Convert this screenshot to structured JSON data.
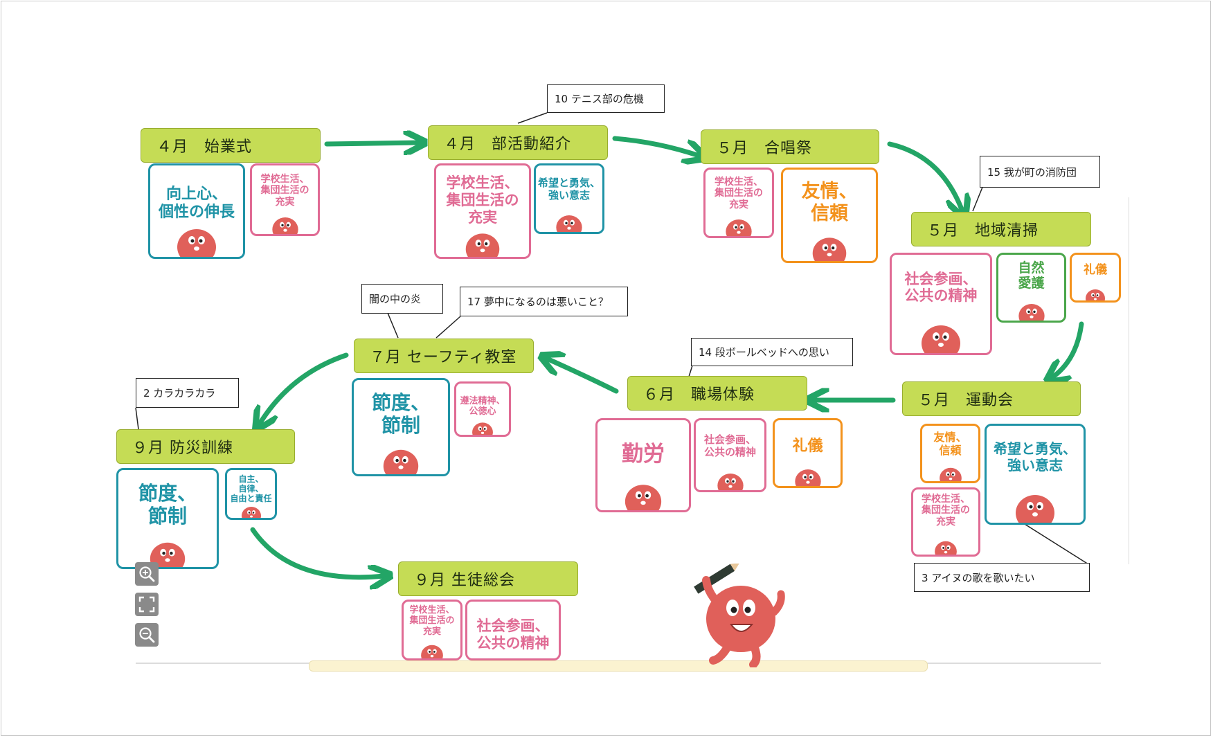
{
  "events": [
    {
      "label": "４月　始業式"
    },
    {
      "label": "４月　部活動紹介"
    },
    {
      "label": "５月　合唱祭"
    },
    {
      "label": "５月　地域清掃"
    },
    {
      "label": "５月　運動会"
    },
    {
      "label": "６月　職場体験"
    },
    {
      "label": "７月  セーフティ教室"
    },
    {
      "label": "９月  防災訓練"
    },
    {
      "label": "９月  生徒総会"
    }
  ],
  "cards": [
    {
      "text": "向上心、\n個性の伸長"
    },
    {
      "text": "学校生活、\n集団生活の\n充実"
    },
    {
      "text": "学校生活、\n集団生活の\n充実"
    },
    {
      "text": "希望と勇気、\n強い意志"
    },
    {
      "text": "学校生活、\n集団生活の\n充実"
    },
    {
      "text": "友情、\n信頼"
    },
    {
      "text": "社会参画、\n公共の精神"
    },
    {
      "text": "自然\n愛護"
    },
    {
      "text": "礼儀"
    },
    {
      "text": "友情、\n信頼"
    },
    {
      "text": "学校生活、\n集団生活の\n充実"
    },
    {
      "text": "希望と勇気、\n強い意志"
    },
    {
      "text": "勤労"
    },
    {
      "text": "社会参画、\n公共の精神"
    },
    {
      "text": "礼儀"
    },
    {
      "text": "節度、\n節制"
    },
    {
      "text": "遵法精神、\n公徳心"
    },
    {
      "text": "節度、\n節制"
    },
    {
      "text": "自主、\n自律、\n自由と責任"
    },
    {
      "text": "学校生活、\n集団生活の\n充実"
    },
    {
      "text": "社会参画、\n公共の精神"
    }
  ],
  "notes": [
    {
      "text": "10  テニス部の危機"
    },
    {
      "text": "15  我が町の消防団"
    },
    {
      "text": "闇の中の炎"
    },
    {
      "text": "17  夢中になるのは悪いこと？"
    },
    {
      "text": "14  段ボールベッドへの思い"
    },
    {
      "text": "2  カラカラカラ"
    },
    {
      "text": "3  アイヌの歌を歌いたい"
    }
  ],
  "icons": {
    "zoom_in": "zoom-in-icon",
    "fit": "fit-screen-icon",
    "zoom_out": "zoom-out-icon"
  },
  "colors": {
    "event": "#c5dc55",
    "arrow": "#23a566",
    "blue": "#1f93a6",
    "pink": "#e06b94",
    "orange": "#f3921c",
    "green": "#4aa64a",
    "mascot": "#e0605a"
  }
}
